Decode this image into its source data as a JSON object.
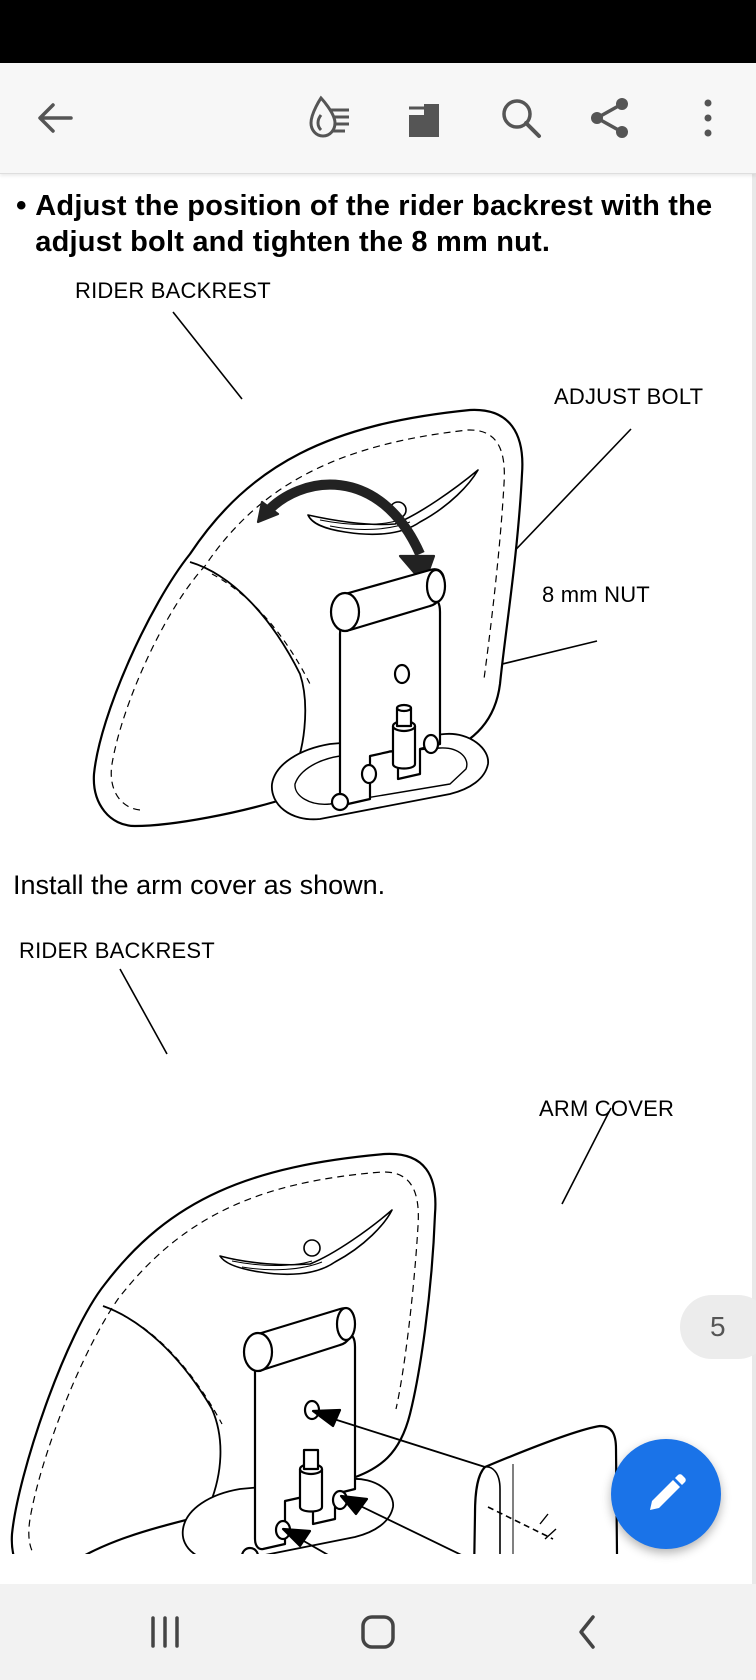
{
  "toolbar": {
    "icons": [
      "back-arrow-icon",
      "text-reflow-icon",
      "bookmark-icon",
      "search-icon",
      "share-icon",
      "more-vertical-icon"
    ]
  },
  "document": {
    "bullet": "•",
    "instruction": "Adjust the position of the rider backrest with the adjust bolt and tighten the 8 mm nut.",
    "figure1_labels": {
      "rider_backrest": "RIDER BACKREST",
      "adjust_bolt": "ADJUST BOLT",
      "nut": "8 mm NUT"
    },
    "install_text": "Install the arm cover as shown.",
    "figure2_labels": {
      "rider_backrest": "RIDER BACKREST",
      "arm_cover": "ARM COVER"
    }
  },
  "page_indicator": "5",
  "fab": {
    "icon": "edit-pencil-icon"
  },
  "navigation": {
    "icons": [
      "recent-apps-icon",
      "home-icon",
      "back-icon"
    ]
  },
  "colors": {
    "accent": "#1a73e8",
    "toolbar_bg": "#f7f7f7",
    "status_bar": "#000000"
  }
}
